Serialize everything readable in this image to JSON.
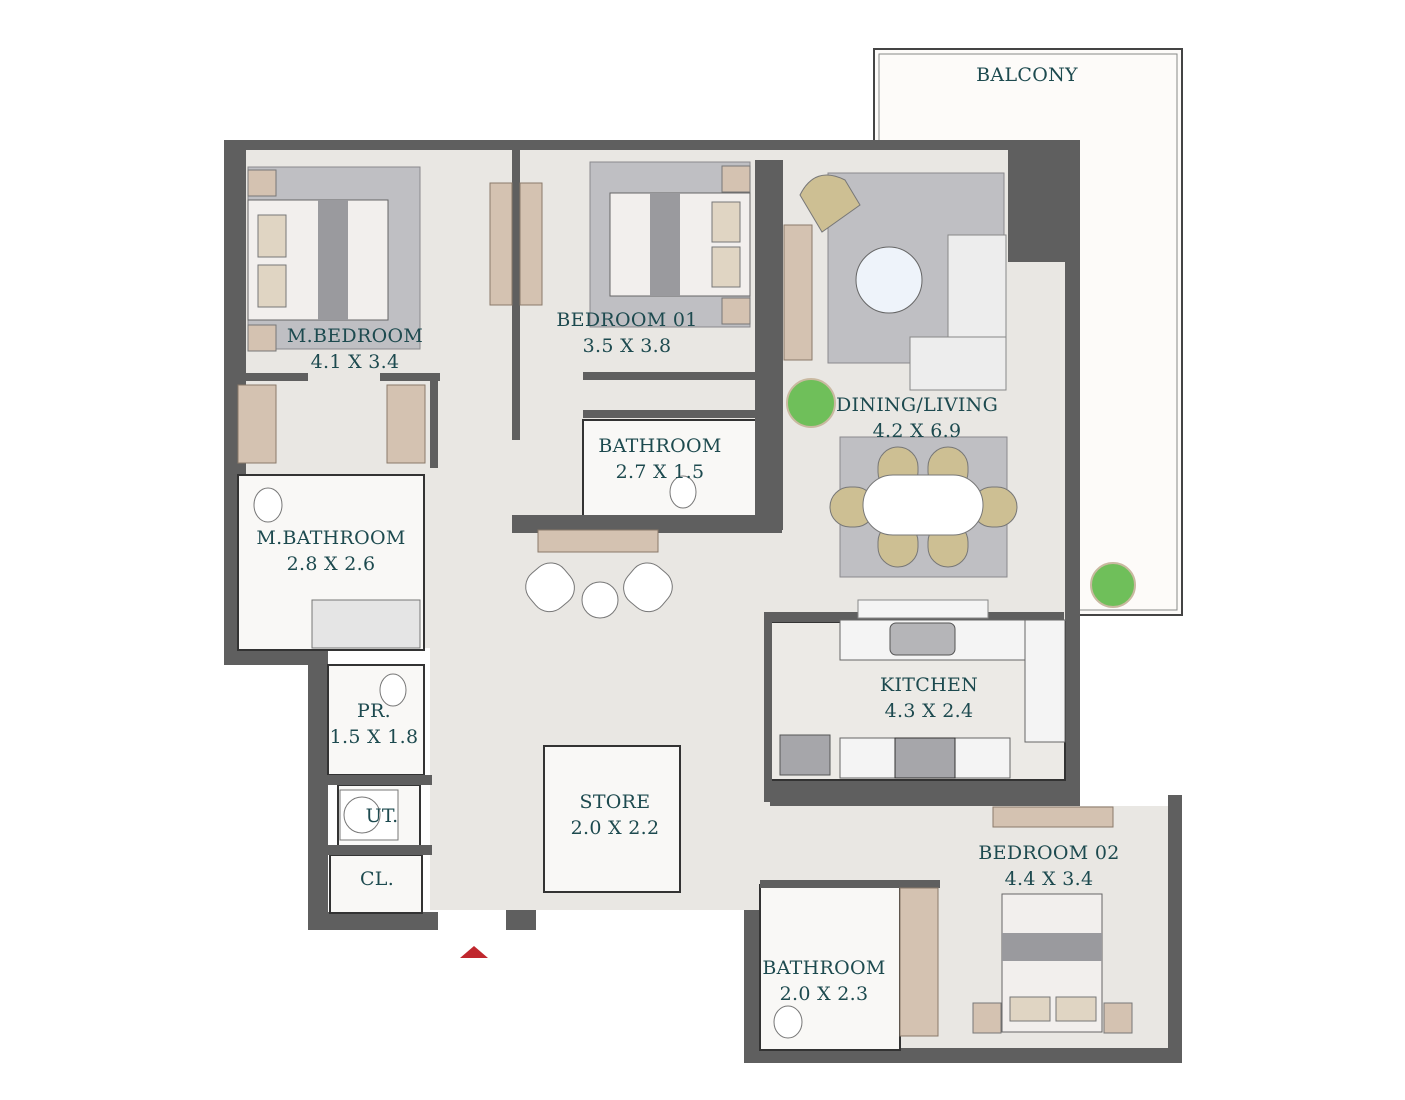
{
  "title": "Apartment Floor Plan",
  "colors": {
    "wall": "#5f5f5f",
    "floor": "#e9e7e3",
    "wet_floor": "#f9f8f6",
    "balcony_floor": "#fdfbf9",
    "rug": "#bfbfc3",
    "wood": "#d4c2b1",
    "chair": "#cdbf93",
    "plant": "#6fbf5a",
    "label": "#1d4a4f",
    "entry_marker": "#c0272d"
  },
  "rooms": [
    {
      "id": "balcony",
      "name": "BALCONY",
      "size": ""
    },
    {
      "id": "master-bedroom",
      "name": "M.BEDROOM",
      "size": "4.1 X 3.4"
    },
    {
      "id": "bedroom-01",
      "name": "BEDROOM 01",
      "size": "3.5 X 3.8"
    },
    {
      "id": "dining-living",
      "name": "DINING/LIVING",
      "size": "4.2 X 6.9"
    },
    {
      "id": "bathroom-01",
      "name": "BATHROOM",
      "size": "2.7 X 1.5"
    },
    {
      "id": "master-bathroom",
      "name": "M.BATHROOM",
      "size": "2.8 X 2.6"
    },
    {
      "id": "powder-room",
      "name": "PR.",
      "size": "1.5 X 1.8"
    },
    {
      "id": "utility",
      "name": "UT.",
      "size": ""
    },
    {
      "id": "closet",
      "name": "CL.",
      "size": ""
    },
    {
      "id": "store",
      "name": "STORE",
      "size": "2.0 X 2.2"
    },
    {
      "id": "kitchen",
      "name": "KITCHEN",
      "size": "4.3 X 2.4"
    },
    {
      "id": "bedroom-02",
      "name": "BEDROOM 02",
      "size": "4.4 X 3.4"
    },
    {
      "id": "bathroom-02",
      "name": "BATHROOM",
      "size": "2.0 X 2.3"
    }
  ],
  "entry": {
    "icon": "entry-arrow-icon"
  }
}
